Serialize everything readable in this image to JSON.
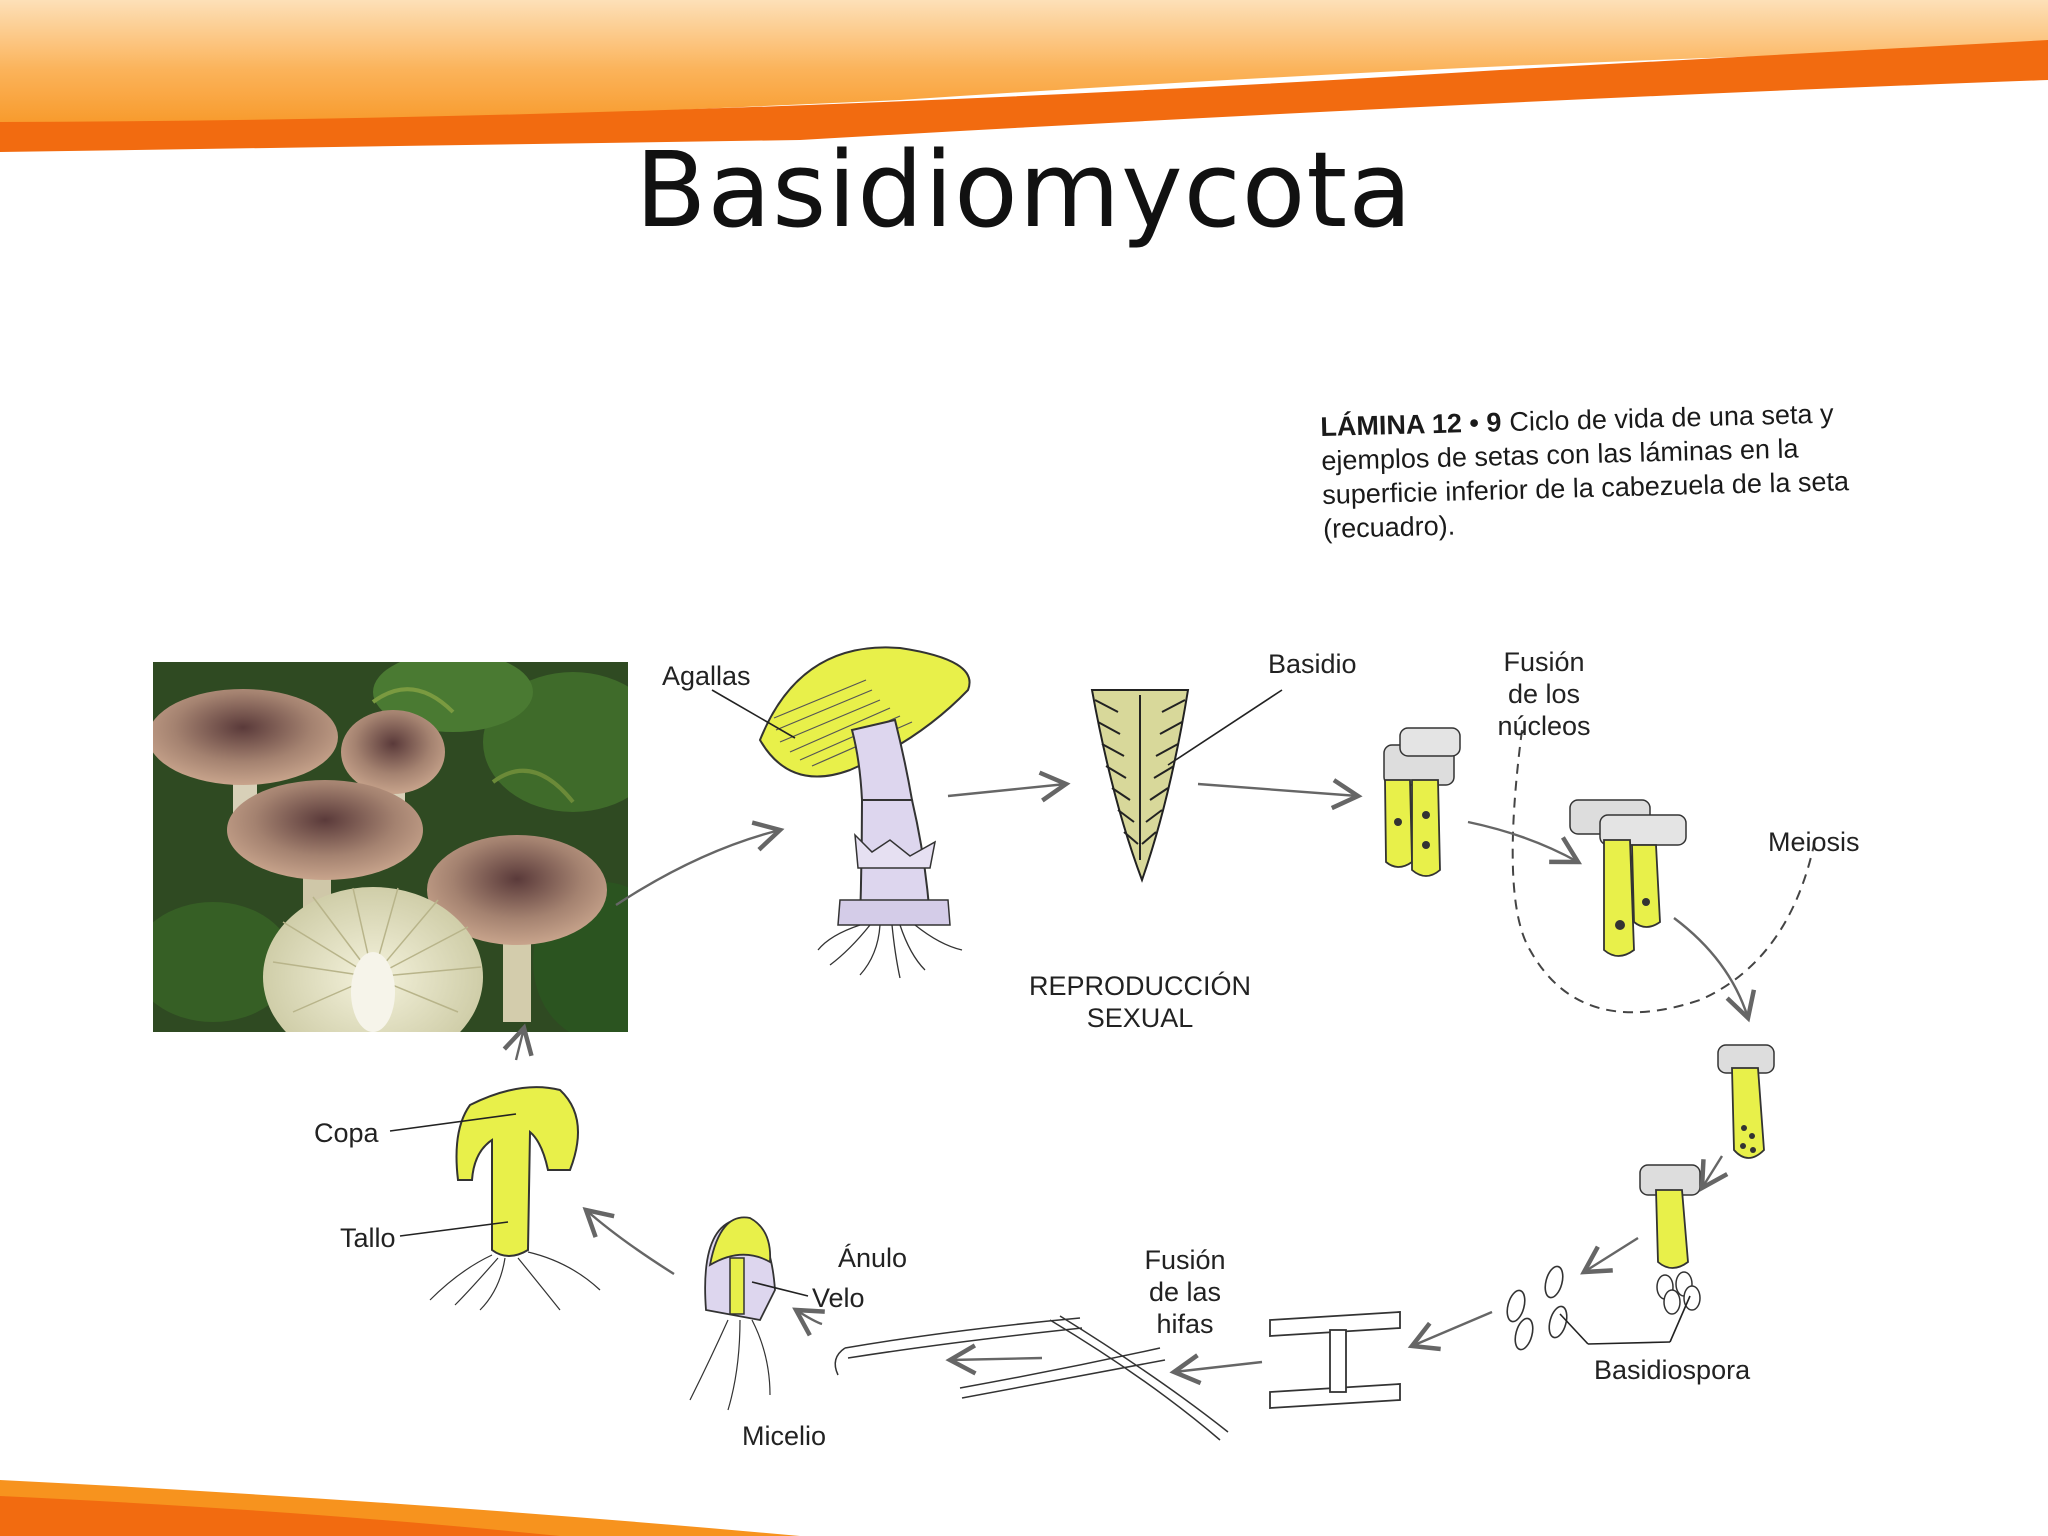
{
  "slide": {
    "title": "Basidiomycota"
  },
  "caption": {
    "label": "LÁMINA 12 • 9",
    "text": "Ciclo de vida de una seta y ejemplos de setas con las láminas en la superficie inferior de la cabezuela de la seta (recuadro)."
  },
  "labels": {
    "agallas": "Agallas",
    "basidio": "Basidio",
    "fusion_nucleos_1": "Fusión",
    "fusion_nucleos_2": "de los",
    "fusion_nucleos_3": "núcleos",
    "meiosis": "Meiosis",
    "reproduccion_1": "REPRODUCCIÓN",
    "reproduccion_2": "SEXUAL",
    "copa": "Copa",
    "tallo": "Tallo",
    "anulo": "Ánulo",
    "velo": "Velo",
    "micelio": "Micelio",
    "fusion_hifas_1": "Fusión",
    "fusion_hifas_2": "de las",
    "fusion_hifas_3": "hifas",
    "basidiospora": "Basidiospora"
  },
  "colors": {
    "orange_band": "#f7931e",
    "orange_dark": "#f26b10",
    "structure_yellow": "#e8f04a",
    "stalk_lavender": "#ddd6ee",
    "arrow_gray": "#666666"
  }
}
